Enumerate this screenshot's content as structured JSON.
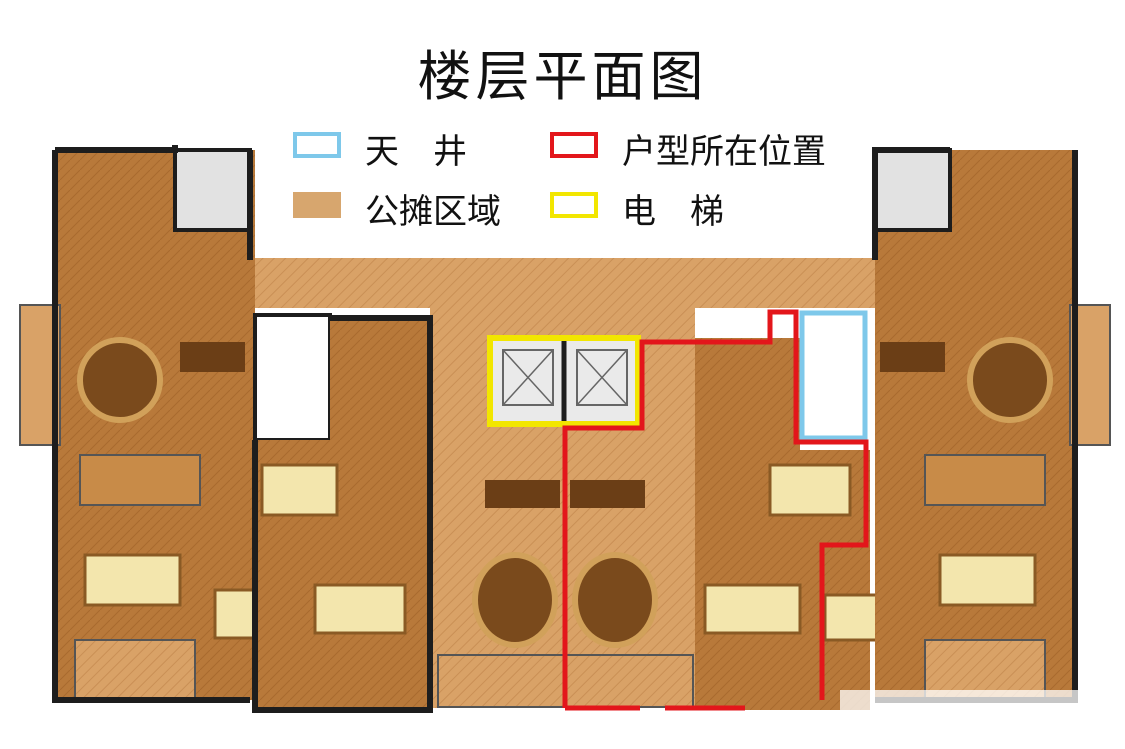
{
  "title": "楼层平面图",
  "legend": [
    {
      "label": "天　井",
      "kind": "skylight",
      "color": "#7ec8ea"
    },
    {
      "label": "户型所在位置",
      "kind": "unit-location",
      "color": "#e3161b"
    },
    {
      "label": "公摊区域",
      "kind": "shared-area",
      "color": "#d7a66e"
    },
    {
      "label": "电　梯",
      "kind": "elevator",
      "color": "#f2e600"
    }
  ],
  "colors": {
    "floor": "#d9a267",
    "wall": "#1d1d1d",
    "rooms": "#b8793a",
    "bed": "#f3e6ad",
    "grey": "#8a8a8a"
  }
}
